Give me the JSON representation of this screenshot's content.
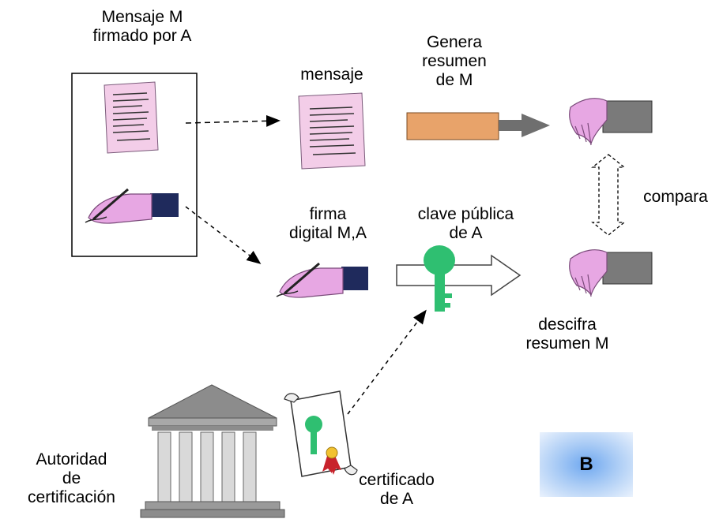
{
  "labels": {
    "signed_message": "Mensaje M\nfirmado por A",
    "message": "mensaje",
    "generate_digest": "Genera\nresumen\nde M",
    "compare": "compara",
    "digital_signature": "firma\ndigital M,A",
    "public_key": "clave pública\nde A",
    "decrypt_digest": "descifra\nresumen M",
    "certification_authority": "Autoridad\nde\ncertificación",
    "certificate": "certificado\nde A",
    "badge": "B"
  },
  "colors": {
    "document_fill": "#f3cde8",
    "digest_bar": "#e8a36a",
    "arrow_gray": "#6f6f6f",
    "key_green": "#2fbf71",
    "sleeve_navy": "#1f2a5c",
    "hand_pink": "#e7a7e3",
    "block_gray": "#7a7a7a",
    "building_gray": "#8c8c8c",
    "seal_red": "#c8232c",
    "badge_blue": "#6fa8f0"
  },
  "icons": [
    "document-icon",
    "hand-signing-icon",
    "hand-holding-block-icon",
    "key-icon",
    "building-icon",
    "scroll-certificate-icon",
    "seal-icon"
  ]
}
